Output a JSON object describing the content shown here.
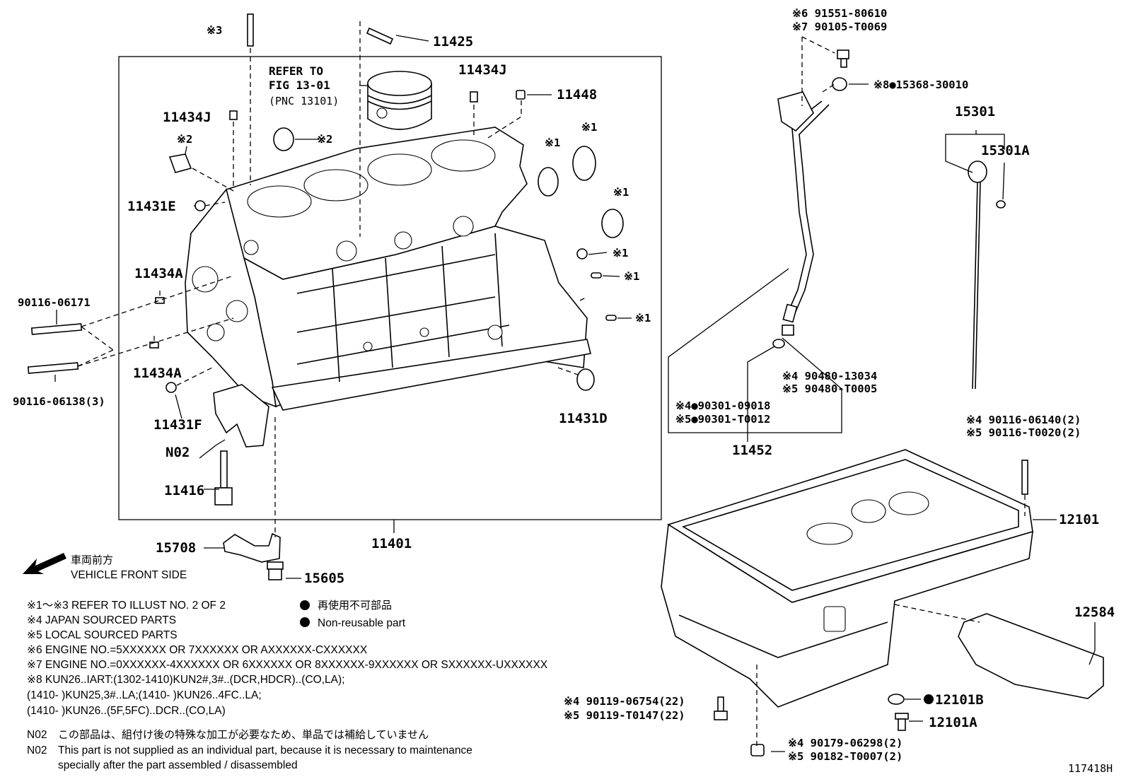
{
  "figure_number": "117418H",
  "parts": {
    "p11425": "11425",
    "p11434J_top": "11434J",
    "p11448": "11448",
    "p11434J_left": "11434J",
    "p11431E": "11431E",
    "p11434A_top": "11434A",
    "p11434A_bottom": "11434A",
    "p11431F": "11431F",
    "pN02": "N02",
    "p11416": "11416",
    "p11431D": "11431D",
    "p11401": "11401",
    "p15708": "15708",
    "p15605": "15605",
    "p90116_06171": "90116-06171",
    "p90116_06138": "90116-06138(3)",
    "p11452": "11452",
    "p15301": "15301",
    "p15301A": "15301A",
    "p12101": "12101",
    "p12584": "12584",
    "p12101B": "12101B",
    "p12101A": "12101A"
  },
  "markers": {
    "m3_top": "※3",
    "m2_bolt": "※2",
    "m2_plug": "※2",
    "m1_a": "※1",
    "m1_b": "※1",
    "m1_c": "※1",
    "m1_d": "※1",
    "m1_e": "※1",
    "m1_f": "※1"
  },
  "refer": {
    "line1": "REFER TO",
    "line2": "FIG 13-01",
    "line3": "(PNC 13101)"
  },
  "dipstick_bolt": {
    "line1": "※6 91551-80610",
    "line2": "※7 90105-T0069"
  },
  "guide_seal": "※8●15368-30010",
  "gasket_group": {
    "a1": "※4 90480-13034",
    "a2": "※5 90480-T0005",
    "b1": "※4●90301-09018",
    "b2": "※5●90301-T0012"
  },
  "stud": {
    "line1": "※4 90116-06140(2)",
    "line2": "※5 90116-T0020(2)"
  },
  "oilpan_bolt": {
    "line1": "※4 90119-06754(22)",
    "line2": "※5 90119-T0147(22)"
  },
  "drain_nut": {
    "line1": "※4 90179-06298(2)",
    "line2": "※5 90182-T0007(2)"
  },
  "front": {
    "jp": "車両前方",
    "en": "VEHICLE FRONT SIDE"
  },
  "legend": {
    "jp": "再使用不可部品",
    "en": "Non-reusable part"
  },
  "notes": {
    "n1": "※1～※3  REFER TO ILLUST NO. 2 OF 2",
    "n4": "※4 JAPAN SOURCED PARTS",
    "n5": "※5 LOCAL SOURCED PARTS",
    "n6": "※6 ENGINE NO.=5XXXXXX OR 7XXXXXX OR AXXXXXX-CXXXXXX",
    "n7": "※7 ENGINE NO.=0XXXXXX-4XXXXXX OR 6XXXXXX OR 8XXXXXX-9XXXXXX OR SXXXXXX-UXXXXXX",
    "n8": "※8 KUN26..IART:(1302-1410)KUN2#,3#..(DCR,HDCR)..(CO,LA);",
    "n8b": "(1410-        )KUN25,3#..LA;(1410-        )KUN26..4FC..LA;",
    "n8c": "(1410-        )KUN26..(5F,5FC)..DCR..(CO,LA)",
    "n02jp_label": "N02",
    "n02jp": "この部品は、組付け後の特殊な加工が必要なため、単品では補給していません",
    "n02en_label": "N02",
    "n02en1": "This part is not supplied as an individual part, because it is necessary to maintenance",
    "n02en2": "specially after the part assembled / disassembled"
  }
}
